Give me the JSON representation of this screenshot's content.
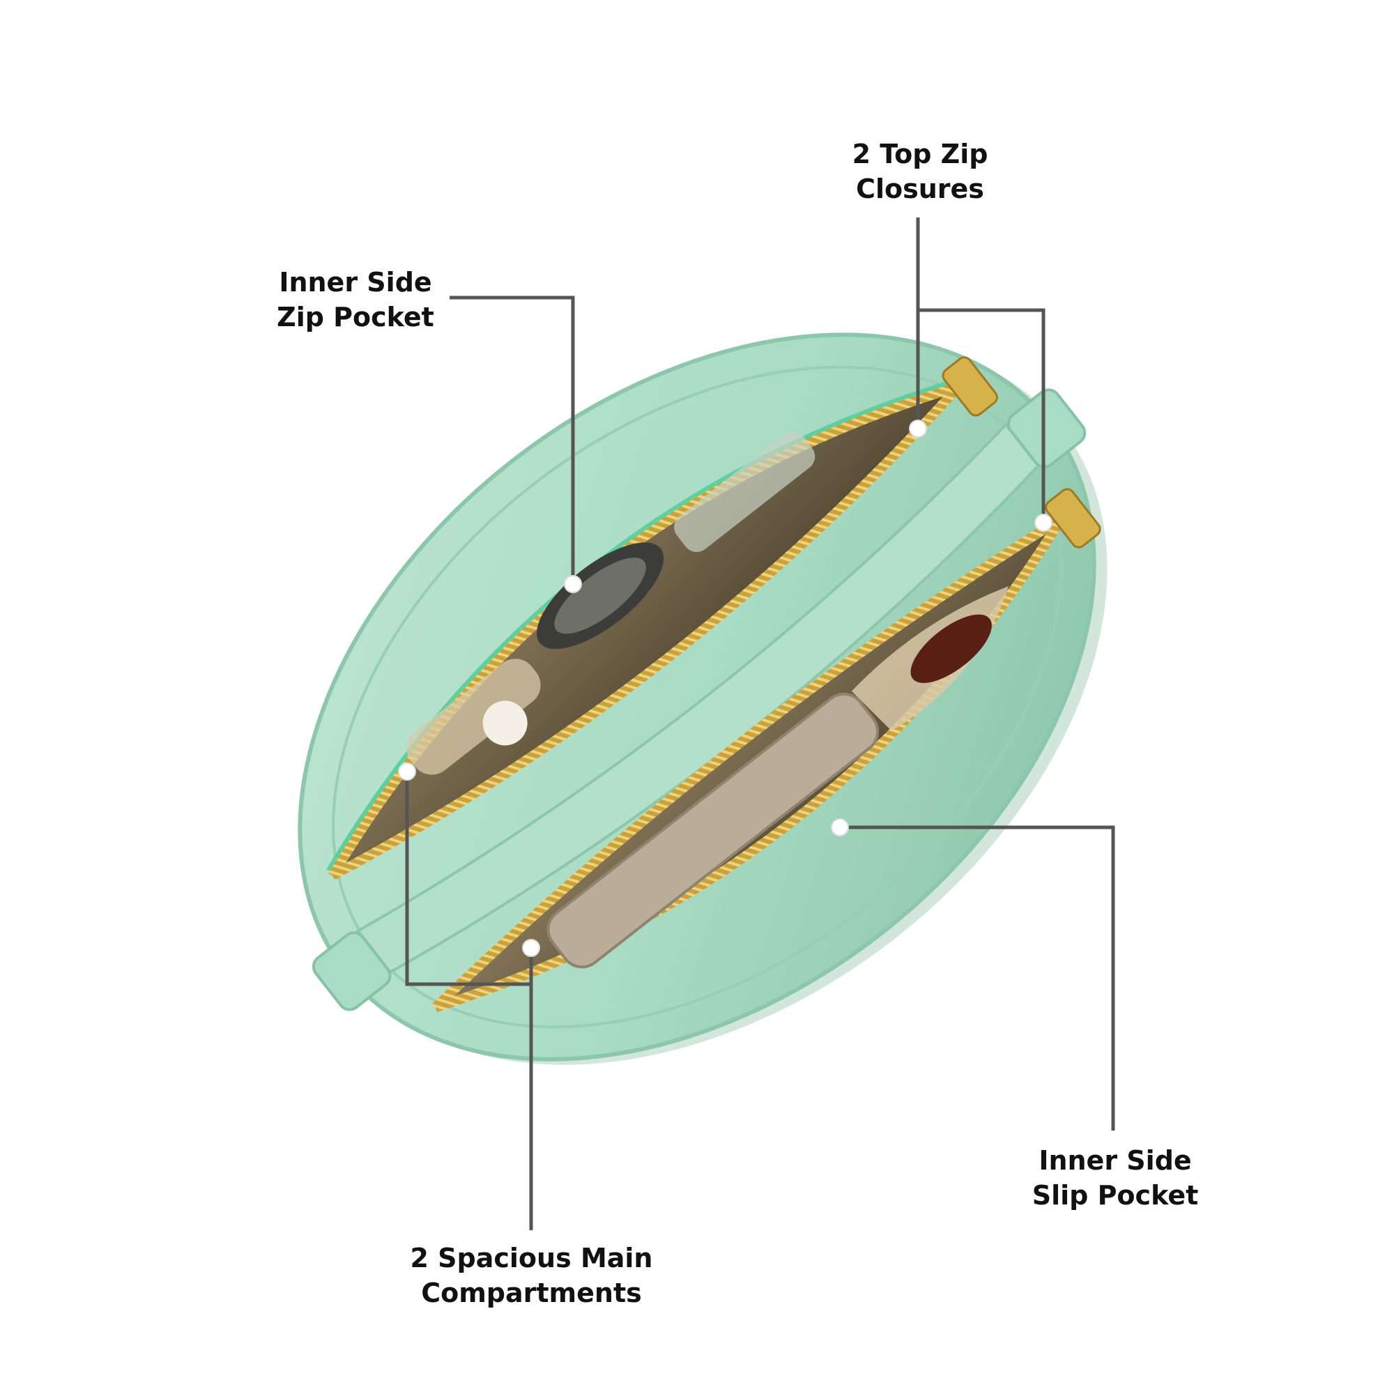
{
  "image": {
    "subject": "mint-green-crossbody-bag-top-view",
    "colors": {
      "background": "#ffffff",
      "bag_leather": "#a9dcc4",
      "bag_leather_shadow": "#86c2a6",
      "zipper_gold": "#c9a23c",
      "zipper_tape": "#5fcf9f",
      "lining": "#7a6a4e",
      "callout_line": "#555555",
      "label_text": "#111111"
    }
  },
  "callouts": {
    "top_zip": {
      "line1": "2 Top Zip",
      "line2": "Closures"
    },
    "inner_zip_pocket": {
      "line1": "Inner Side",
      "line2": "Zip Pocket"
    },
    "main_compartments": {
      "line1": "2 Spacious Main",
      "line2": "Compartments"
    },
    "slip_pocket": {
      "line1": "Inner Side",
      "line2": "Slip Pocket"
    }
  }
}
